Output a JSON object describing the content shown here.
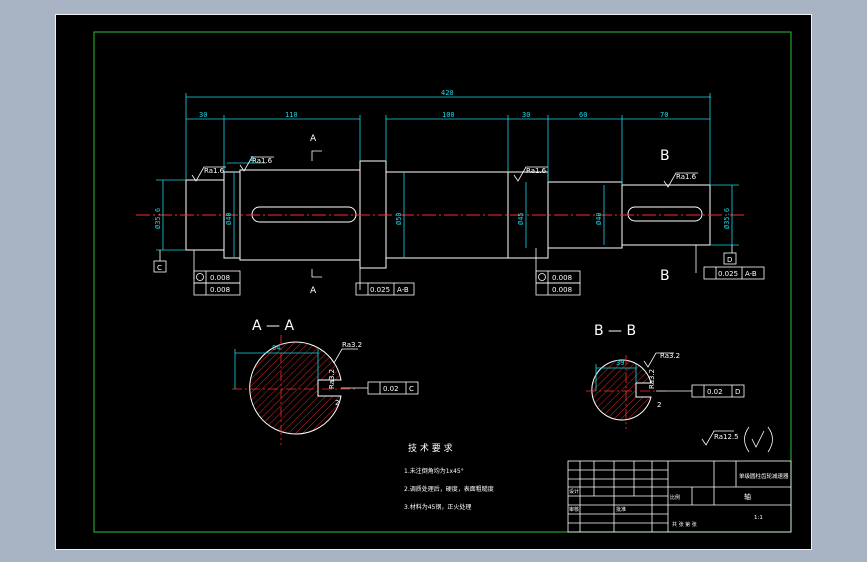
{
  "dims": {
    "total": "420",
    "seg_30a": "30",
    "seg_110": "110",
    "seg_100": "100",
    "seg_30b": "30",
    "seg_60": "60",
    "seg_70": "70",
    "chamfer": "2"
  },
  "diameters": {
    "d_left": "Ø35.6",
    "d_40": "Ø40",
    "d_50": "Ø50",
    "d_45": "Ø45",
    "d_40b": "Ø40",
    "d_right": "Ø35.6"
  },
  "rough": {
    "r1": "Ra1.6",
    "r2": "Ra1.6",
    "r3": "Ra1.6",
    "r4": "Ra1.6",
    "sA": "Ra3.2",
    "sA2": "Ra3.2",
    "sB": "Ra3.2",
    "sB2": "Ra3.2",
    "general": "Ra12.5"
  },
  "datums": {
    "c": "C",
    "d": "D"
  },
  "tolerances": {
    "left_round": "0.008",
    "left_cyl": "0.008",
    "mid_runout": "0.025",
    "mid_runout_ref": "A-B",
    "right_round": "0.008",
    "right_cyl": "0.008",
    "far_runout": "0.025",
    "far_runout_ref": "A-B",
    "secA_sym": "0.02",
    "secA_ref": "C",
    "secB_sym": "0.02",
    "secB_ref": "D"
  },
  "sections": {
    "a_mark": "A",
    "b_mark": "B",
    "a_title": "A — A",
    "b_title": "B — B",
    "a_width": "64",
    "b_width": "39",
    "a_depth": "2",
    "b_depth": "2"
  },
  "notes": {
    "title": "技 术 要 求",
    "line1": "1.未注倒角均为1x45°",
    "line2": "2.调质处理后，硬度，表面粗糙度",
    "line3": "3.材料为45钢，正火处理"
  },
  "titleblock": {
    "name": "单级圆柱齿轮减速器",
    "part": "轴",
    "ratio": "1:1",
    "design": "设计",
    "check": "审核",
    "approve": "批准",
    "scale_label": "比例",
    "sheet": "共  张  第  张"
  },
  "colors": {
    "border": "#2ec02e",
    "line": "#ffffff",
    "dim": "#19d7e6",
    "center": "#ff2a2a",
    "hatch": "#ff3030"
  }
}
